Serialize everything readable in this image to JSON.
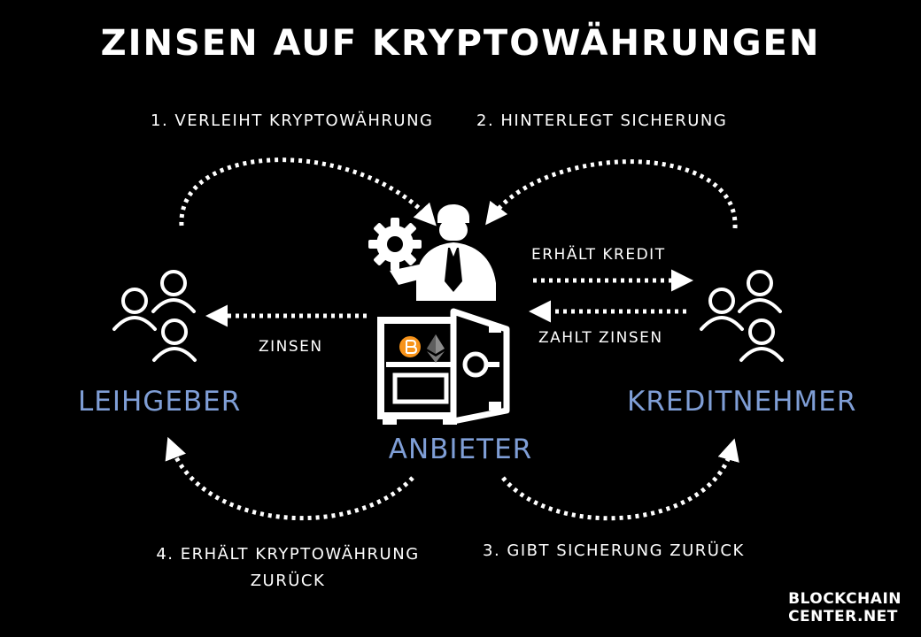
{
  "title": "Zinsen auf Kryptowährungen",
  "steps": {
    "step1": "1. Verleiht Kryptowährung",
    "step2": "2. Hinterlegt Sicherung",
    "step3": "3. Gibt Sicherung zurück",
    "step4": "4. Erhält Kryptowährung zurück"
  },
  "flows": {
    "receives_credit": "Erhält Kredit",
    "pays_interest": "Zahlt Zinsen",
    "interest": "Zinsen"
  },
  "roles": {
    "lender": "Leihgeber",
    "borrower": "Kreditnehmer",
    "provider": "Anbieter"
  },
  "brand": {
    "line1": "BLOCKCHAIN",
    "line2": "CENTER.NET"
  },
  "colors": {
    "background": "#000000",
    "foreground": "#ffffff",
    "role_accent": "#7f9ed6",
    "bitcoin": "#f7931a"
  },
  "icons": [
    "people-group-icon",
    "gear-icon",
    "businessman-icon",
    "safe-icon",
    "bitcoin-icon",
    "ethereum-icon"
  ]
}
